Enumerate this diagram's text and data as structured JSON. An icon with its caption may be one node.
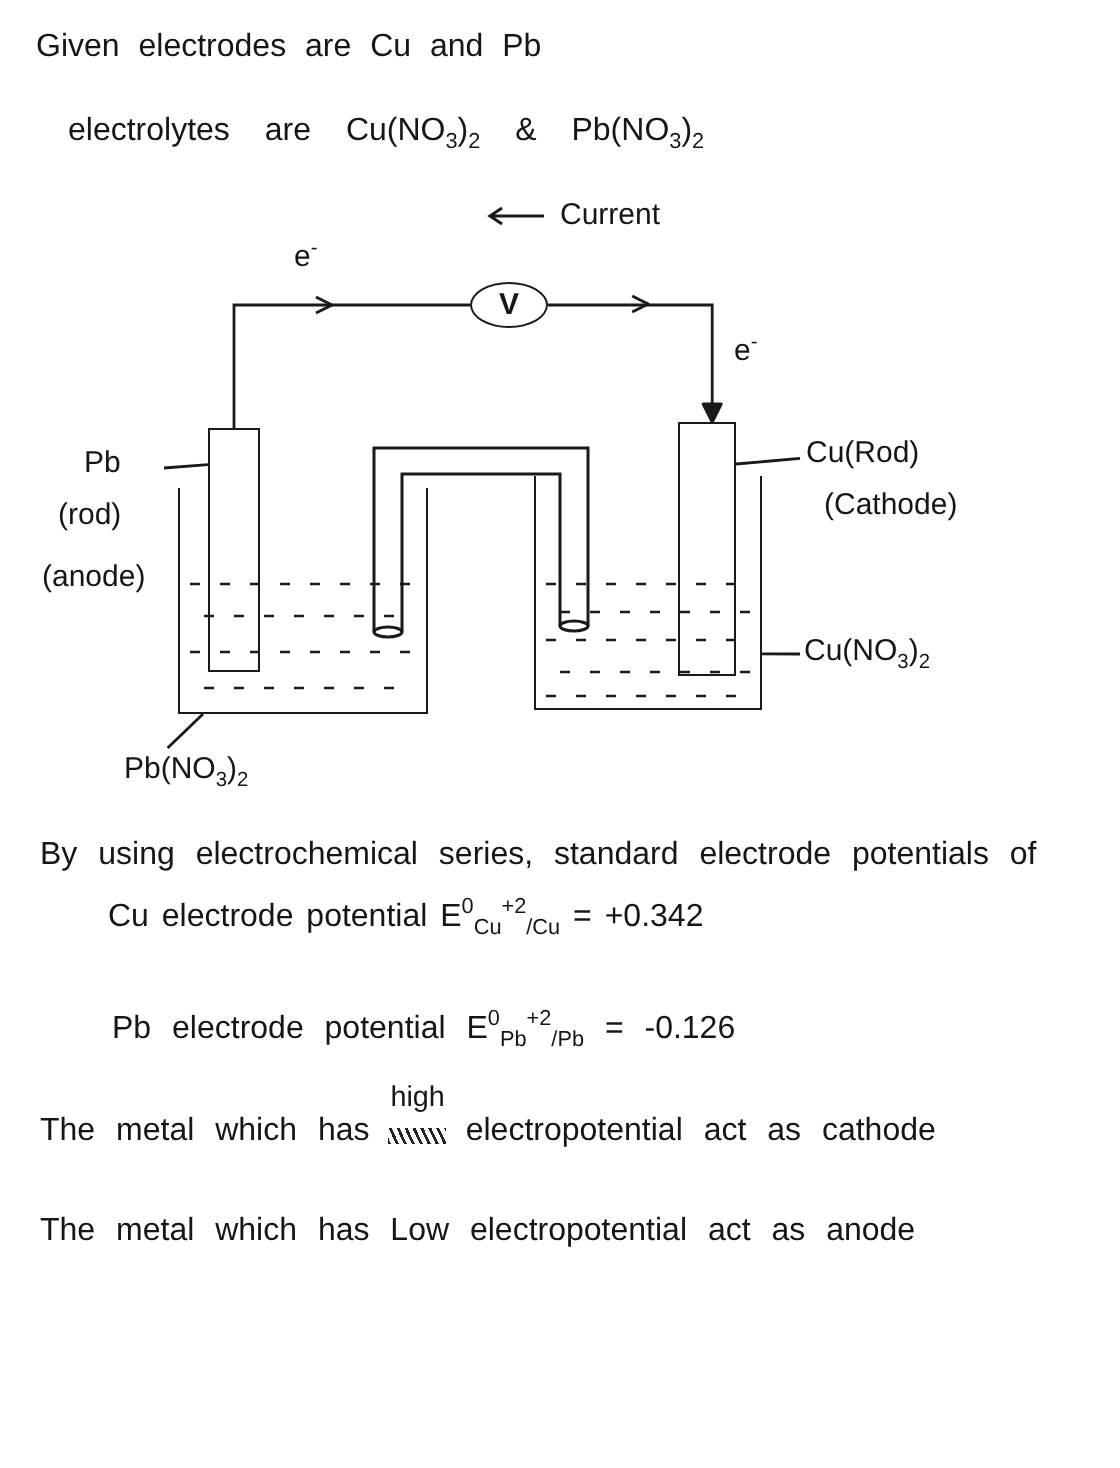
{
  "diagram": {
    "nodes": [
      {
        "text": [
          "V"
        ]
      },
      {
        "text": [],
        "shape": "bar"
      },
      {
        "text": [],
        "shape": "bar"
      },
      {
        "text": [],
        "shape": "beaker"
      },
      {
        "text": [],
        "shape": "beaker"
      },
      {
        "text": [
          "Pb",
          "(rod)",
          "(anode)"
        ]
      },
      {
        "text": [
          "Cu(Rod)",
          "(Cathode)"
        ]
      },
      {
        "text": [
          "Cu(NO$_{3}$)$_{2}$"
        ]
      },
      {
        "text": [
          "Pb(NO$_{3}$)$_{2}$"
        ]
      }
    ],
    "edges": [
      {
        "from": 1,
        "to": 0,
        "arrow": "to",
        "label": "e$^{-}$"
      },
      {
        "from": 0,
        "to": 2,
        "arrow": "to",
        "label": "e$^{-}$"
      },
      {
        "from": 5,
        "to": 1,
        "arrow": "none"
      },
      {
        "from": 6,
        "to": 2,
        "arrow": "none"
      },
      {
        "from": 7,
        "to": 4,
        "arrow": "none"
      },
      {
        "from": 8,
        "to": 3,
        "arrow": "none"
      }
    ],
    "labels": [
      "Given electrodes are Cu and Pb",
      "electrolytes are Cu(NO$_{3}$)$_{2}$ & Pb(NO$_{3}$)$_{2}$",
      "Current",
      "By using electrochemical series, standard electrode potentials of",
      "Cu electrode potential E$^{0}$$_{Cu}$$^{+2}$$_{/Cu}$ = +0.342",
      "Pb electrode potential E$^{0}$$_{Pb}$$^{+2}$$_{/Pb}$ = -0.126",
      "The metal which has $^{high}$ electropotential act as cathode",
      "The metal which has Low electropotential act as anode"
    ]
  }
}
